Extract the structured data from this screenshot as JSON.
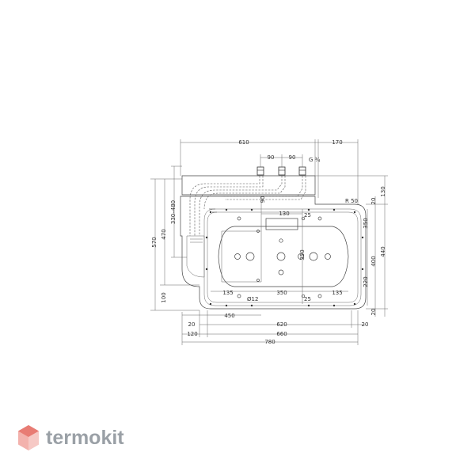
{
  "dims": {
    "d610": "610",
    "d170": "170",
    "d90a": "90",
    "d90b": "90",
    "g": "G ¾",
    "r50": "R 50",
    "d130top": "130",
    "d20top": "20",
    "d130inner": "130",
    "d90small": "90",
    "d25a": "25",
    "d350h": "350",
    "d350v": "350",
    "d400": "400",
    "d440": "440",
    "d220": "220",
    "d20right": "20",
    "d570": "570",
    "d470": "470",
    "d330": "330–480",
    "d100": "100",
    "d135a": "135",
    "d350b": "350",
    "d135b": "135",
    "d12": "Ø12",
    "d25b": "25",
    "d450": "450",
    "d20a": "20",
    "d620": "620",
    "d20b": "20",
    "d120": "120",
    "d660": "660",
    "d780": "780"
  },
  "brand": {
    "name": "termokit",
    "color": "#9aa0a6",
    "accent": "#e0605a"
  }
}
